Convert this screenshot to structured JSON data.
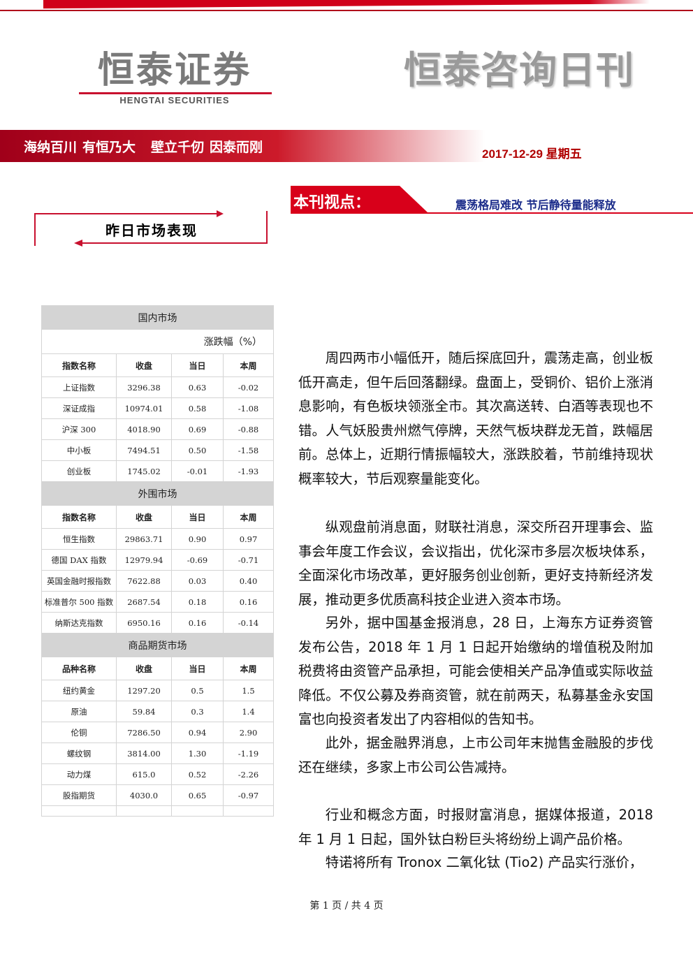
{
  "header": {
    "logo_cn": "恒泰证券",
    "logo_en": "HENGTAI SECURITIES",
    "publication": "恒泰咨询日刊",
    "slogan": [
      "海纳百川",
      "有恒乃大",
      "壁立千仞",
      "因泰而刚"
    ],
    "date": "2017-12-29  星期五",
    "colors": {
      "brand_red": "#c8102e",
      "headline_blue": "#1a2b8a"
    }
  },
  "viewpoint": {
    "label": "本刊视点：",
    "headline": "震荡格局难改  节后静待量能释放"
  },
  "section": {
    "title": "昨日市场表现"
  },
  "market_table": {
    "unit": "涨跌幅（%）",
    "blocks": [
      {
        "title": "国内市场",
        "columns": [
          "指数名称",
          "收盘",
          "当日",
          "本周"
        ],
        "rows": [
          [
            "上证指数",
            "3296.38",
            "0.63",
            "-0.02"
          ],
          [
            "深证成指",
            "10974.01",
            "0.58",
            "-1.08"
          ],
          [
            "沪深 300",
            "4018.90",
            "0.69",
            "-0.88"
          ],
          [
            "中小板",
            "7494.51",
            "0.50",
            "-1.58"
          ],
          [
            "创业板",
            "1745.02",
            "-0.01",
            "-1.93"
          ]
        ]
      },
      {
        "title": "外围市场",
        "columns": [
          "指数名称",
          "收盘",
          "当日",
          "本周"
        ],
        "rows": [
          [
            "恒生指数",
            "29863.71",
            "0.90",
            "0.97"
          ],
          [
            "德国 DAX 指数",
            "12979.94",
            "-0.69",
            "-0.71"
          ],
          [
            "英国金融时报指数",
            "7622.88",
            "0.03",
            "0.40"
          ],
          [
            "标准普尔 500 指数",
            "2687.54",
            "0.18",
            "0.16"
          ],
          [
            "纳斯达克指数",
            "6950.16",
            "0.16",
            "-0.14"
          ]
        ]
      },
      {
        "title": "商品期货市场",
        "columns": [
          "品种名称",
          "收盘",
          "当日",
          "本周"
        ],
        "rows": [
          [
            "纽约黄金",
            "1297.20",
            "0.5",
            "1.5"
          ],
          [
            "原油",
            "59.84",
            "0.3",
            "1.4"
          ],
          [
            "伦铜",
            "7286.50",
            "0.94",
            "2.90"
          ],
          [
            "螺纹钢",
            "3814.00",
            "1.30",
            "-1.19"
          ],
          [
            "动力煤",
            "615.0",
            "0.52",
            "-2.26"
          ],
          [
            "股指期货",
            "4030.0",
            "0.65",
            "-0.97"
          ]
        ]
      }
    ]
  },
  "body": {
    "paragraphs": [
      "周四两市小幅低开，随后探底回升，震荡走高，创业板低开高走，但午后回落翻绿。盘面上，受铜价、铝价上涨消息影响，有色板块领涨全市。其次高送转、白酒等表现也不错。人气妖股贵州燃气停牌，天然气板块群龙无首，跌幅居前。总体上，近期行情振幅较大，涨跌胶着，节前维持现状概率较大，节后观察量能变化。",
      "纵观盘前消息面，财联社消息，深交所召开理事会、监事会年度工作会议，会议指出，优化深市多层次板块体系，全面深化市场改革，更好服务创业创新，更好支持新经济发展，推动更多优质高科技企业进入资本市场。",
      "另外，据中国基金报消息，28 日，上海东方证券资管发布公告，2018 年 1 月 1 日起开始缴纳的增值税及附加税费将由资管产品承担，可能会使相关产品净值或实际收益降低。不仅公募及券商资管，就在前两天，私募基金永安国富也向投资者发出了内容相似的告知书。",
      "此外，据金融界消息，上市公司年末抛售金融股的步伐还在继续，多家上市公司公告减持。",
      "行业和概念方面，时报财富消息，据媒体报道，2018 年 1 月 1 日起，国外钛白粉巨头将纷纷上调产品价格。",
      "特诺将所有 Tronox 二氧化钛 (Tio2) 产品实行涨价，"
    ]
  },
  "footer": {
    "page": "第 1 页 / 共 4 页"
  }
}
